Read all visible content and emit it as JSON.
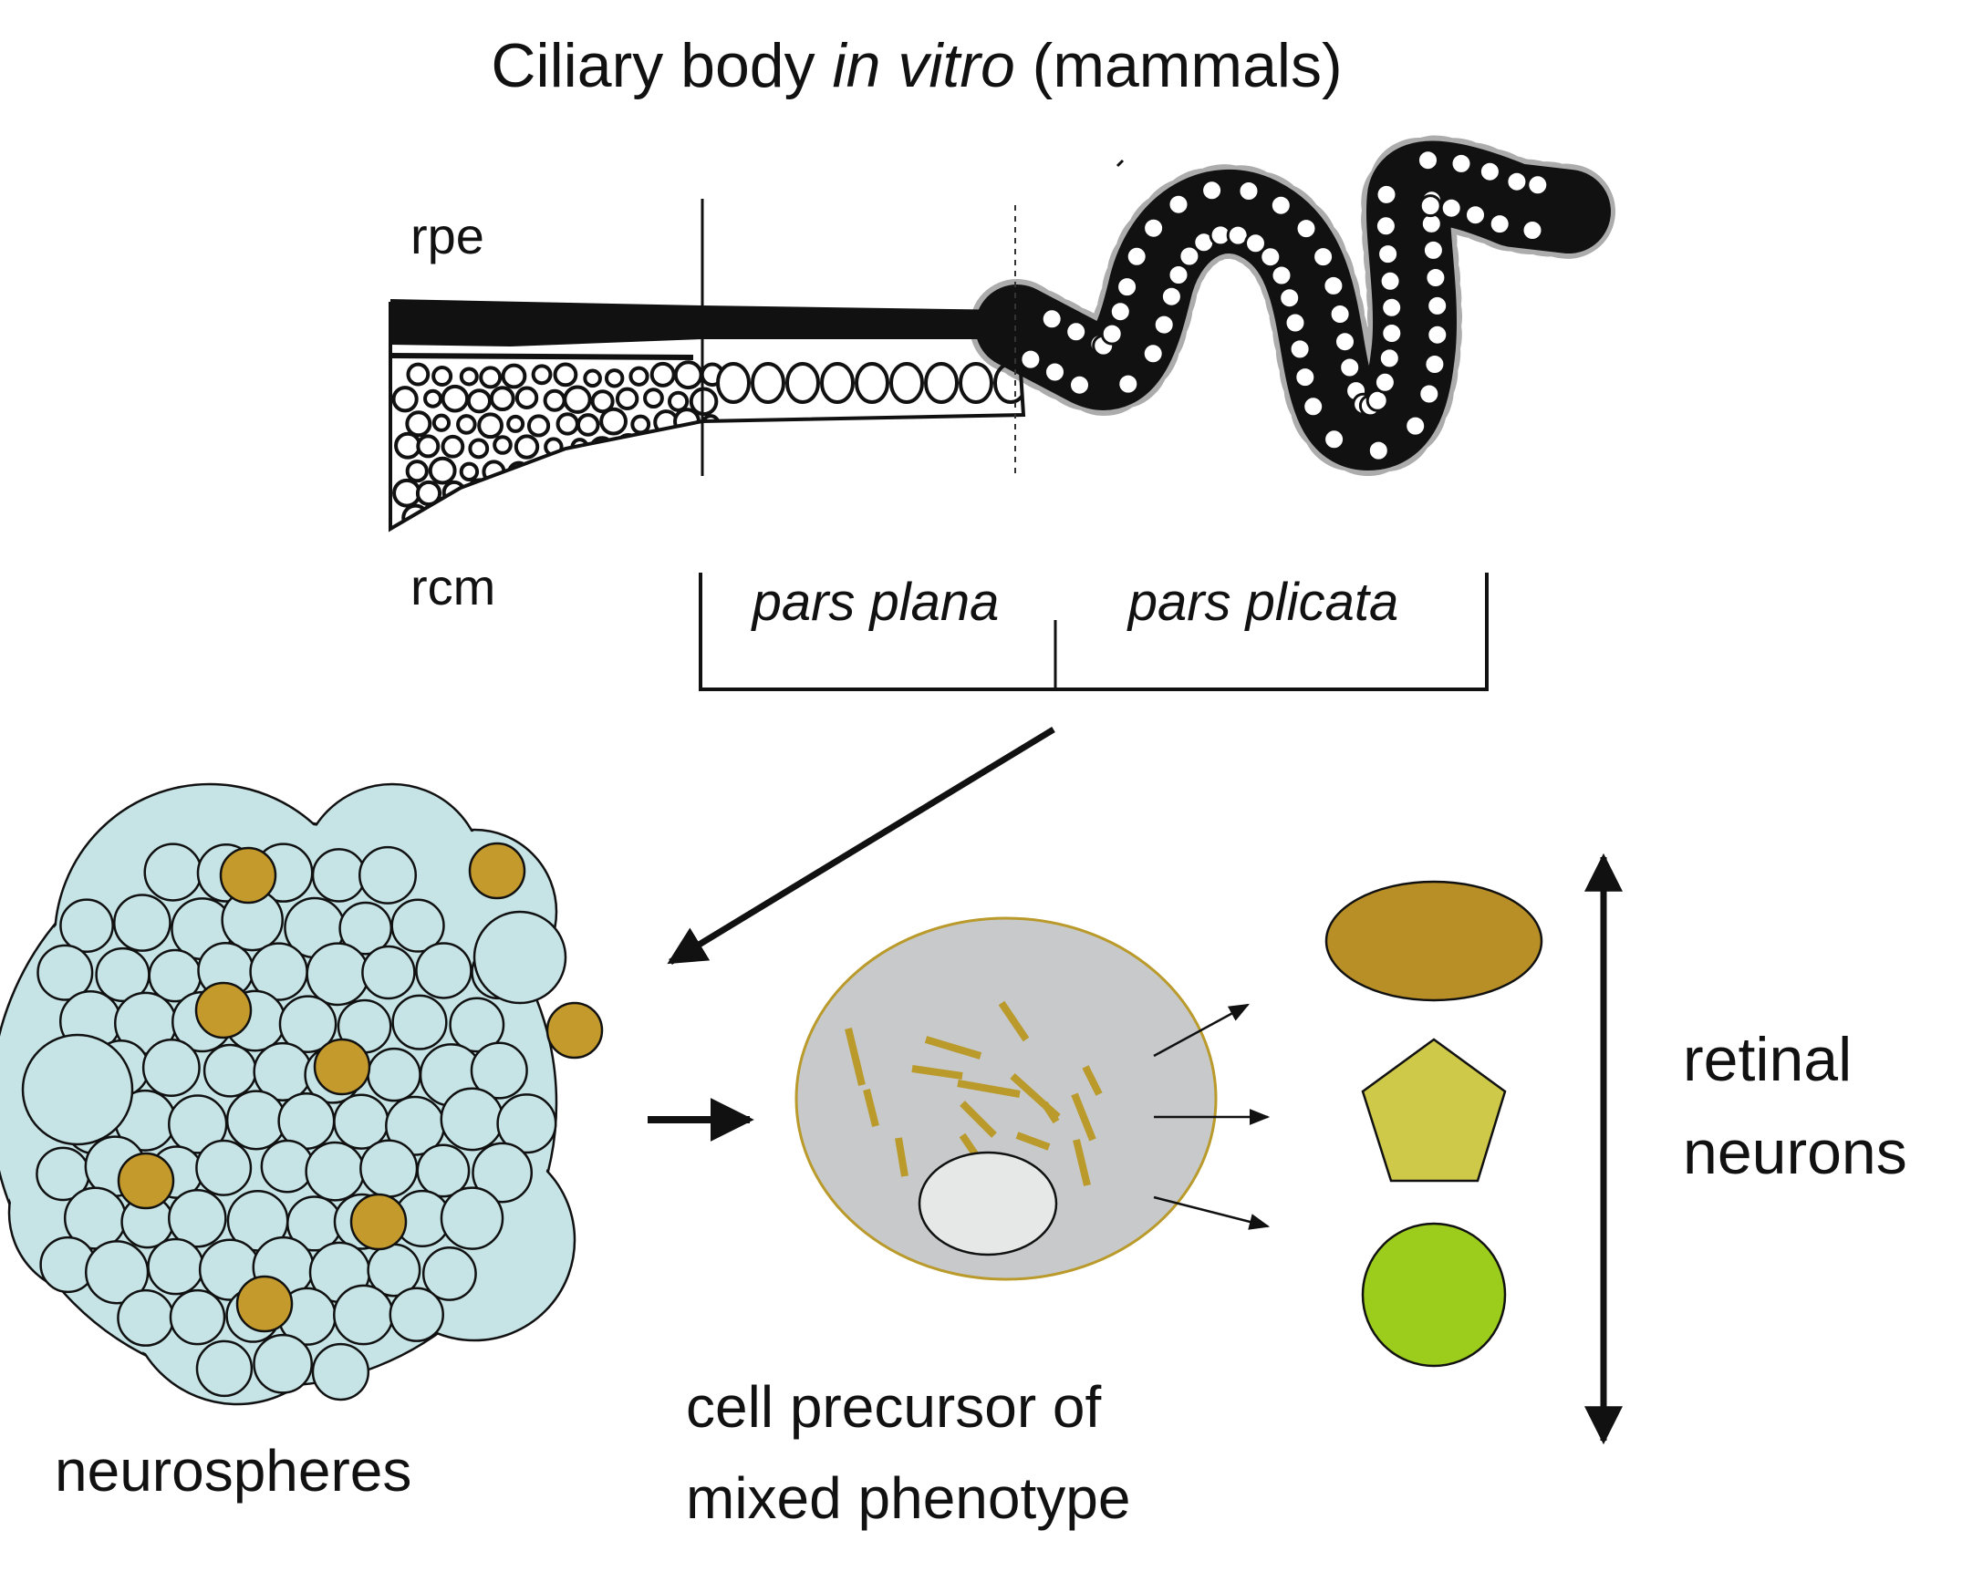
{
  "title": {
    "prefix": "Ciliary body ",
    "italic": "in vitro",
    "suffix": " (mammals)"
  },
  "labels": {
    "rpe": "rpe",
    "rcm": "rcm",
    "pars_plana": "pars plana",
    "pars_plicata": "pars plicata",
    "neurospheres": "neurospheres",
    "precursor_line1": "cell precursor of",
    "precursor_line2": "mixed phenotype",
    "retinal_line1": "retinal",
    "retinal_line2": "neurons"
  },
  "colors": {
    "sphere_fill": "#c6e4e6",
    "sphere_accent": "#c49a2c",
    "precursor_body": "#c8c9cb",
    "precursor_nucleus": "#e6e8e8",
    "precursor_rods": "#b99a2a",
    "neuron_ellipse": "#b88f27",
    "neuron_pentagon": "#cfc94a",
    "neuron_circle": "#9ccc1c"
  }
}
